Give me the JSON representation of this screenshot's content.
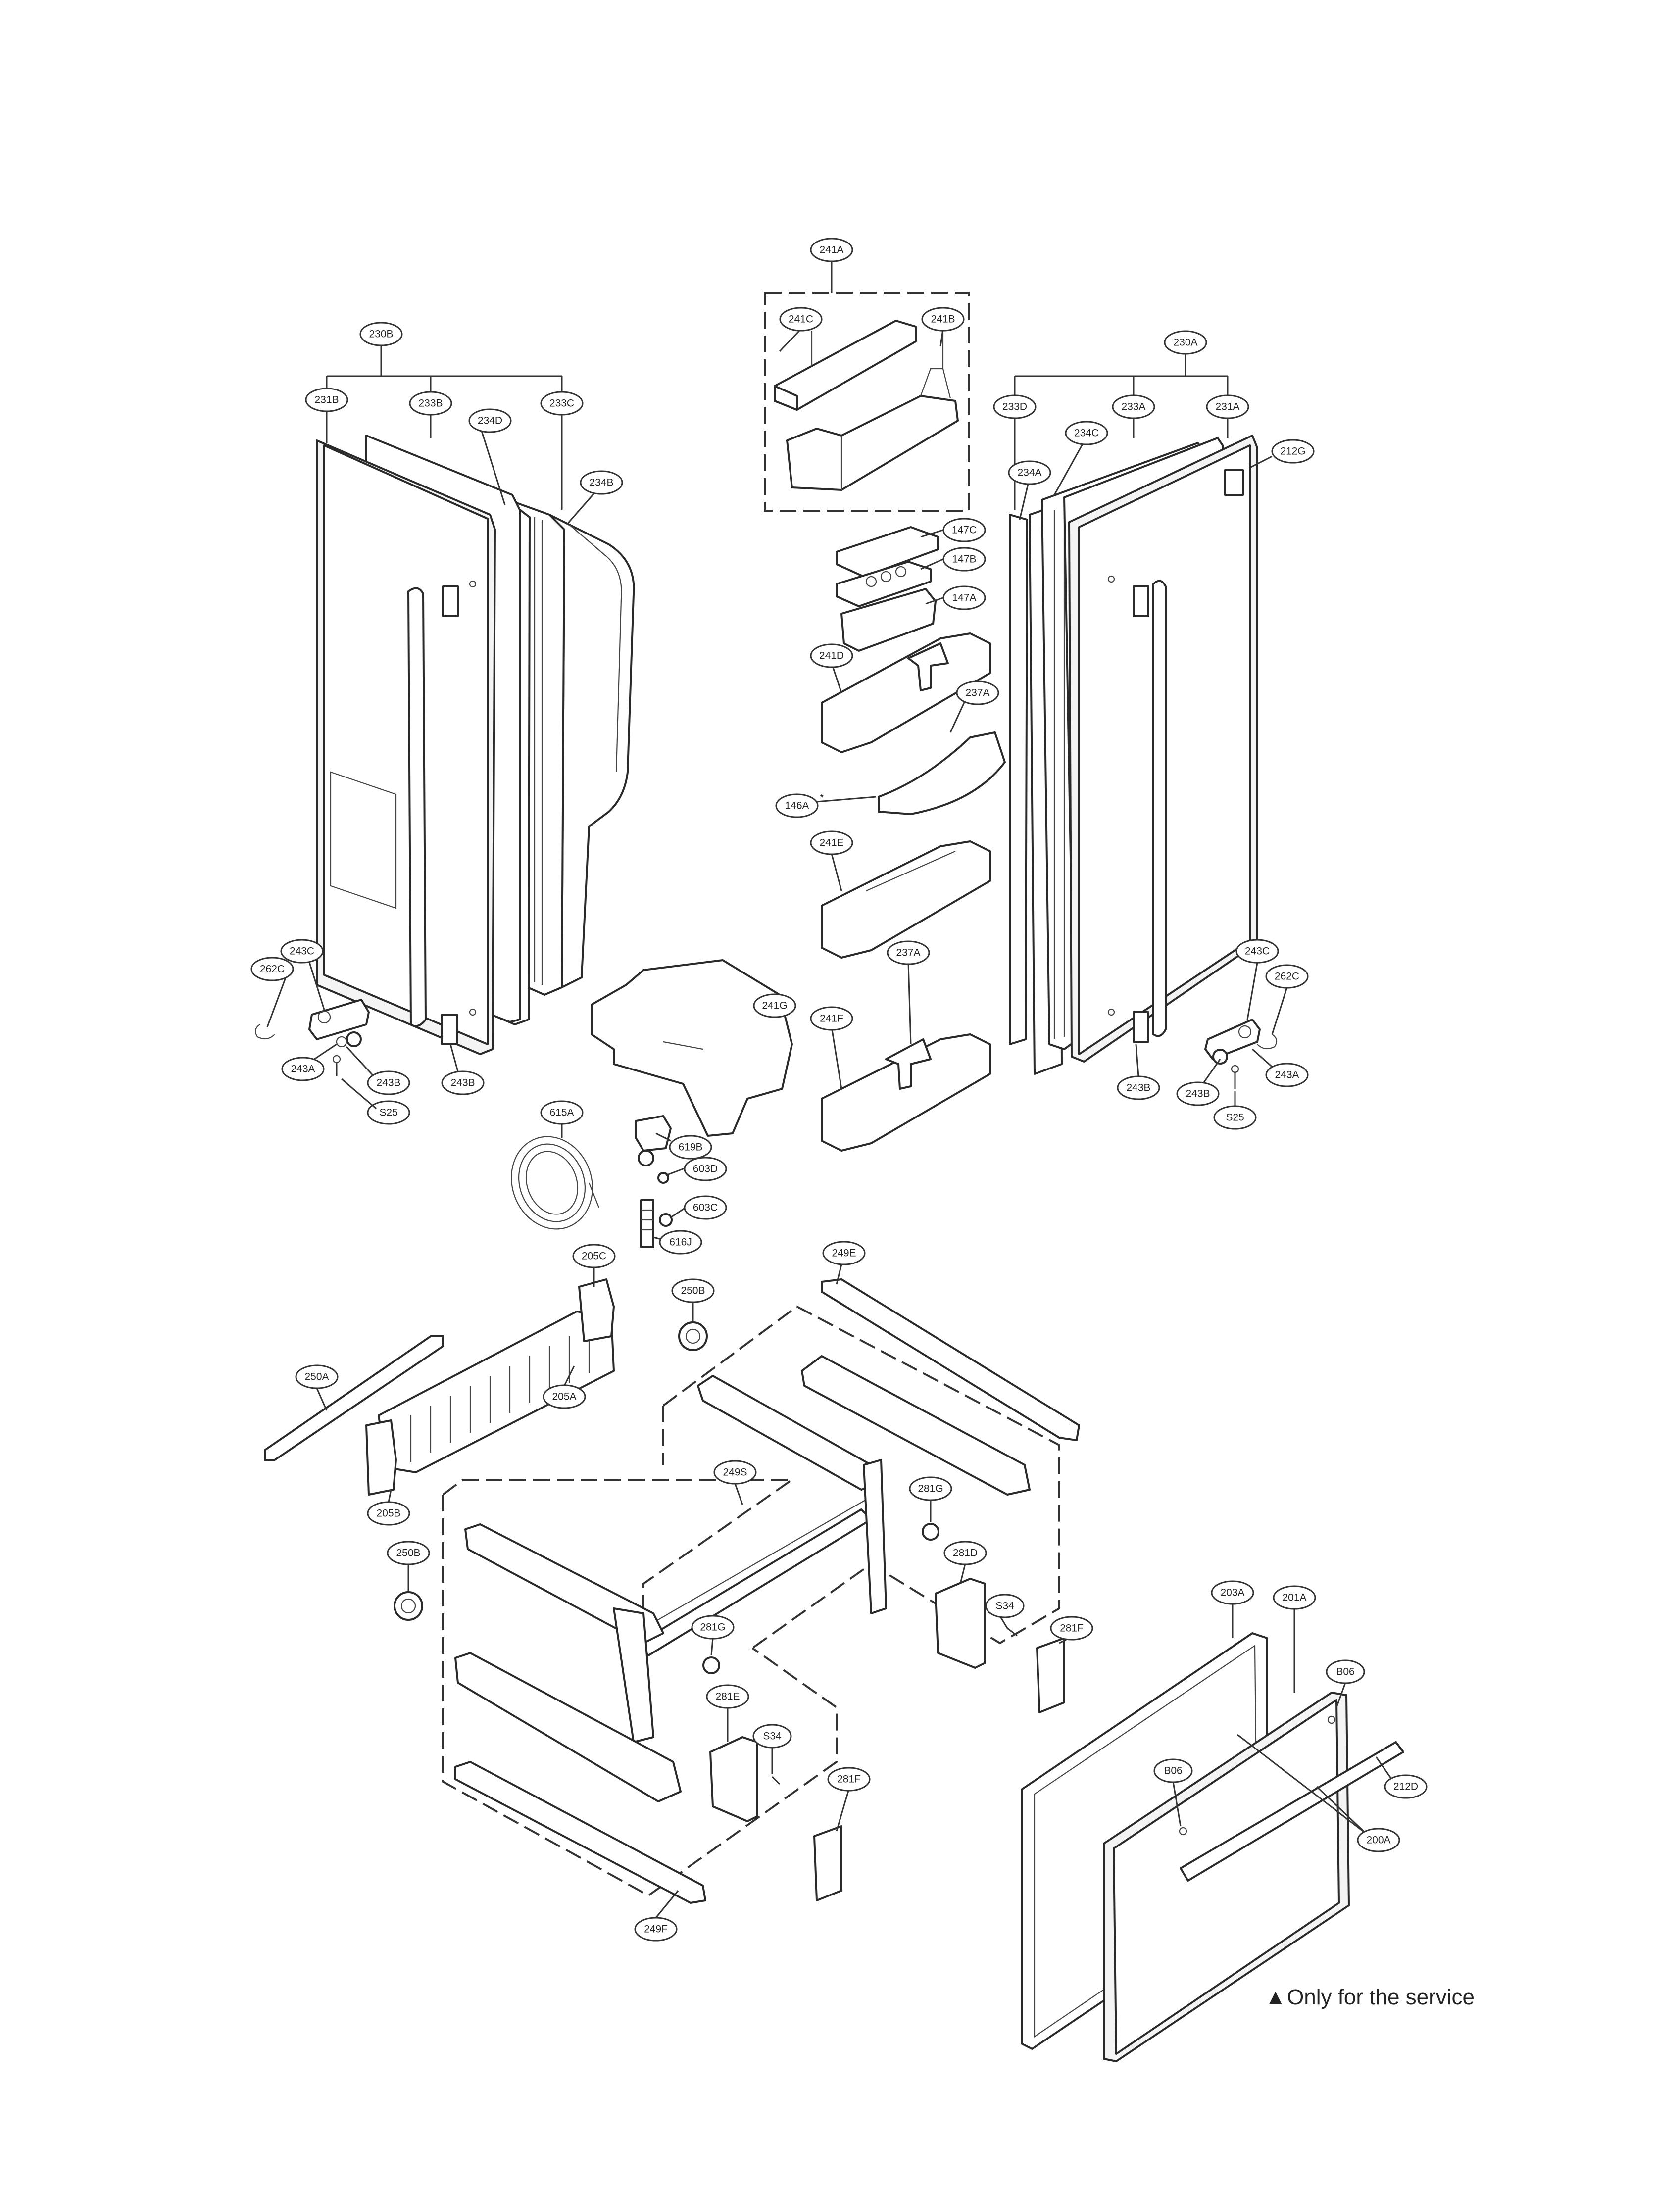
{
  "diagram": {
    "note": {
      "symbol": "▲",
      "text": "Only for the service"
    },
    "labels": {
      "l241A": "241A",
      "l241C": "241C",
      "l241B": "241B",
      "l230B": "230B",
      "l231B": "231B",
      "l233B": "233B",
      "l234D": "234D",
      "l233C": "233C",
      "l234B": "234B",
      "l230A": "230A",
      "l233D": "233D",
      "l233A": "233A",
      "l231A": "231A",
      "l234C": "234C",
      "l212G": "212G",
      "l234A": "234A",
      "l147C": "147C",
      "l147B": "147B",
      "l147A": "147A",
      "l241D": "241D",
      "l237A_1": "237A",
      "l146A": "146A",
      "l241E": "241E",
      "l237A_2": "237A",
      "l241F": "241F",
      "l241G": "241G",
      "l243C_L": "243C",
      "l262C_L": "262C",
      "l243A_L": "243A",
      "l243B_L1": "243B",
      "l243B_L2": "243B",
      "lS25_L": "S25",
      "l243C_R": "243C",
      "l262C_R": "262C",
      "l243A_R": "243A",
      "l243B_R1": "243B",
      "l243B_R2": "243B",
      "lS25_R": "S25",
      "l615A": "615A",
      "l619B": "619B",
      "l603D": "603D",
      "l603C": "603C",
      "l616J": "616J",
      "l205C": "205C",
      "l250B_1": "250B",
      "l249E": "249E",
      "l250A": "250A",
      "l205A": "205A",
      "l205B": "205B",
      "l249S": "249S",
      "l281G_1": "281G",
      "l250B_2": "250B",
      "l281D": "281D",
      "lS34_1": "S34",
      "l281F_1": "281F",
      "l281G_2": "281G",
      "l281E": "281E",
      "lS34_2": "S34",
      "l281F_2": "281F",
      "l249F": "249F",
      "l203A": "203A",
      "l201A": "201A",
      "lB06_1": "B06",
      "l212D": "212D",
      "lB06_2": "B06",
      "l200A": "200A"
    }
  }
}
